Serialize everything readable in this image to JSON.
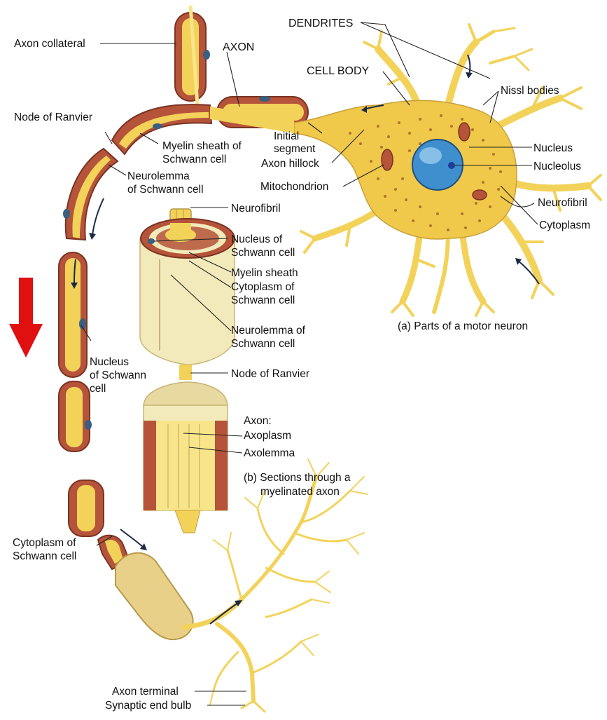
{
  "colors": {
    "axon_yellow": "#f3d25a",
    "axon_core": "#f8e58a",
    "myelin_red": "#b5543a",
    "myelin_dark": "#7c3322",
    "cell_body": "#f0c84a",
    "cell_dots": "#9b5a2a",
    "nucleus_blue": "#3f8fcf",
    "nucleolus": "#1d3f9a",
    "cylinder_light": "#f2eaba",
    "cylinder_shade": "#ddd09a",
    "arrow_red": "#e01010",
    "flow_arrow": "#1a2a44"
  },
  "labels": {
    "axon_collateral": "Axon collateral",
    "axon": "AXON",
    "dendrites": "DENDRITES",
    "cell_body": "CELL BODY",
    "nissl_bodies": "Nissl bodies",
    "node_of_ranvier_top": "Node of Ranvier",
    "myelin_sheath_of_schwann_cell": [
      "Myelin sheath of",
      "Schwann cell"
    ],
    "initial_segment": [
      "Initial",
      "segment"
    ],
    "axon_hillock": "Axon hillock",
    "mitochondrion": "Mitochondrion",
    "nucleus": "Nucleus",
    "nucleolus": "Nucleolus",
    "neurofibril_right": "Neurofibril",
    "cytoplasm_right": "Cytoplasm",
    "neurolemma_of_schwann_cell_left": [
      "Neurolemma",
      "of Schwann cell"
    ],
    "neurofibril_center": "Neurofibril",
    "nucleus_of_schwann_cell_center": [
      "Nucleus of",
      "Schwann cell"
    ],
    "myelin_sheath_center": "Myelin sheath",
    "cytoplasm_of_schwann_cell_center": [
      "Cytoplasm of",
      "Schwann cell"
    ],
    "neurolemma_of_schwann_cell_center": [
      "Neurolemma of",
      "Schwann cell"
    ],
    "nucleus_of_schwann_cell_left": [
      "Nucleus",
      "of Schwann",
      "cell"
    ],
    "node_of_ranvier_center": "Node of Ranvier",
    "axon_section": "Axon:",
    "axoplasm": "Axoplasm",
    "axolemma": "Axolemma",
    "cytoplasm_of_schwann_cell_left": [
      "Cytoplasm of",
      "Schwann cell"
    ],
    "axon_terminal": "Axon terminal",
    "synaptic_end_bulb": "Synaptic end bulb"
  },
  "captions": {
    "a": "(a) Parts of a motor neuron",
    "b": [
      "(b) Sections through a",
      "myelinated axon"
    ]
  }
}
